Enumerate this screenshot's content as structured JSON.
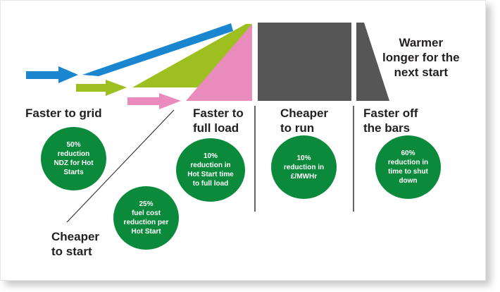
{
  "colors": {
    "blue": "#1a86cf",
    "lime": "#9dbf1f",
    "pink": "#e98bbd",
    "dark_grey": "#565656",
    "divider": "#666666",
    "circle_green": "#0b8a3b",
    "text": "#231f20"
  },
  "stages": {
    "faster_to_grid": "Faster to grid",
    "faster_to_full_load": "Faster to\nfull load",
    "cheaper_to_run": "Cheaper\nto run",
    "faster_off_the_bars": "Faster off\nthe bars",
    "warmer_longer": "Warmer\nlonger for the\nnext start",
    "cheaper_to_start": "Cheaper\nto start"
  },
  "benefits": {
    "ndz": "50%\nreduction\nNDZ for Hot\nStarts",
    "fuel": "25%\nfuel cost\nreduction per\nHot Start",
    "full_load": "10%\nreduction in\nHot Start time\nto full load",
    "run_cost": "10%\nreduction in\n£/MWHr",
    "shut_down": "60%\nreduction in\ntime to shut\ndown"
  }
}
